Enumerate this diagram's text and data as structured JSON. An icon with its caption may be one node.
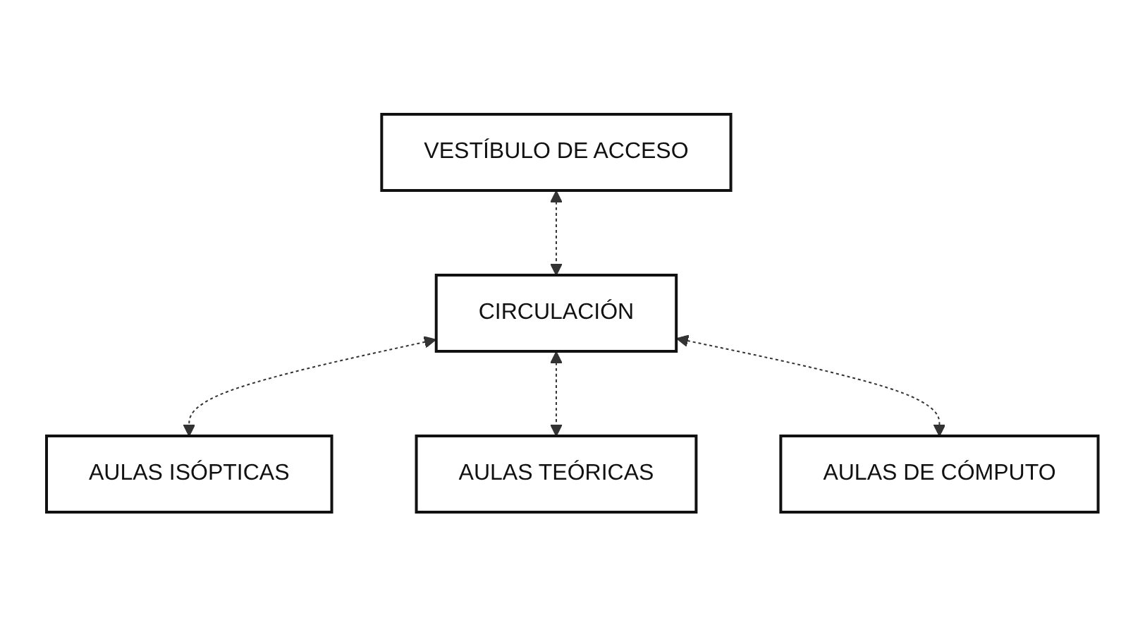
{
  "diagram": {
    "nodes": [
      {
        "text": [
          "VESTÍBULO DE ACCESO"
        ]
      },
      {
        "text": [
          "CIRCULACIÓN"
        ]
      },
      {
        "text": [
          "AULAS ISÓPTICAS"
        ]
      },
      {
        "text": [
          "AULAS TEÓRICAS"
        ]
      },
      {
        "text": [
          "AULAS DE CÓMPUTO"
        ]
      }
    ],
    "edges": [
      {
        "from": 0,
        "to": 1,
        "arrow": "both",
        "style": "dashed"
      },
      {
        "from": 1,
        "to": 2,
        "arrow": "both",
        "style": "dashed"
      },
      {
        "from": 1,
        "to": 3,
        "arrow": "both",
        "style": "dashed"
      },
      {
        "from": 1,
        "to": 4,
        "arrow": "both",
        "style": "dashed"
      }
    ]
  }
}
